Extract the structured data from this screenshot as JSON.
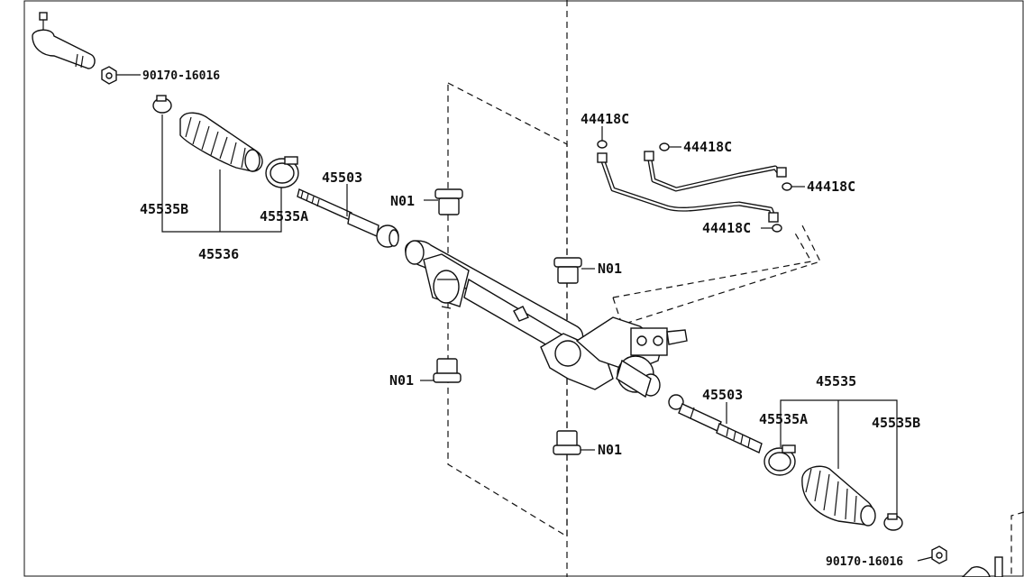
{
  "labels": {
    "nut_upper": "90170-16016",
    "clamp_left": "45535B",
    "clamp_left_a": "45535A",
    "boot_left_kit": "45536",
    "tie_rod_left": "45503",
    "n01_upper_left": "N01",
    "n01_upper_right": "N01",
    "n01_lower_left": "N01",
    "n01_lower_right": "N01",
    "washer_1": "44418C",
    "washer_2": "44418C",
    "washer_3": "44418C",
    "washer_4": "44418C",
    "tie_rod_right": "45503",
    "boot_right_kit": "45535",
    "clamp_right_a": "45535A",
    "clamp_right_b": "45535B",
    "nut_lower": "90170-16016"
  }
}
